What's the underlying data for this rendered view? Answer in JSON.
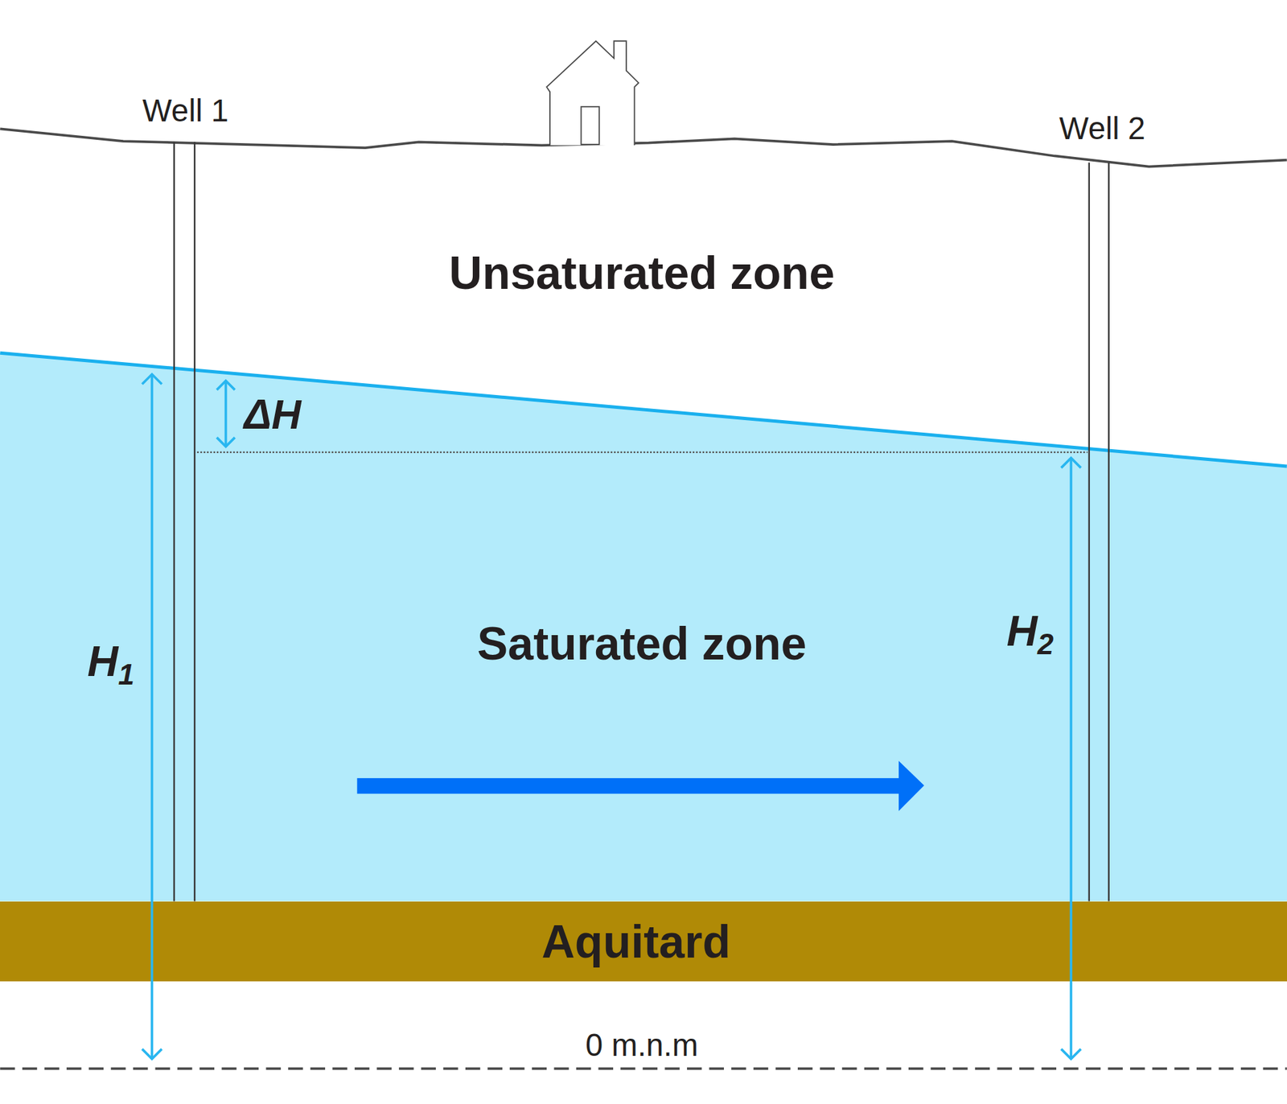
{
  "diagram": {
    "nodes": [
      {
        "text": [
          "Unsaturated zone"
        ]
      },
      {
        "text": [
          "Saturated zone"
        ]
      },
      {
        "text": [
          "Aquitard"
        ]
      }
    ],
    "labels": [
      "Well 1",
      "Well 2",
      "ΔH",
      "H1",
      "H2",
      "0 m.n.m"
    ]
  }
}
